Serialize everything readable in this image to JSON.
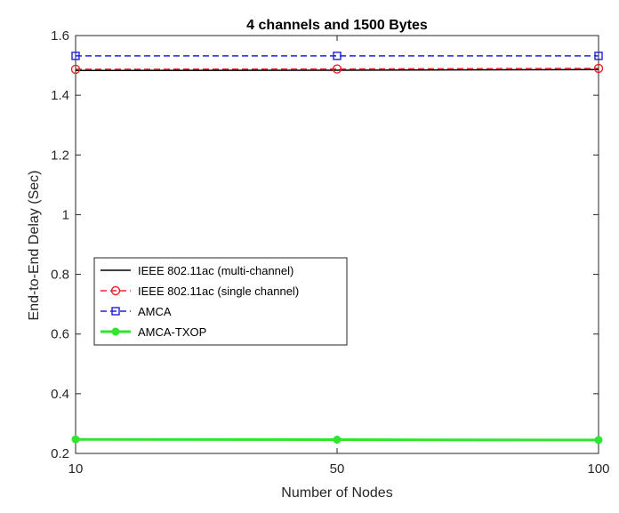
{
  "chart_data": {
    "type": "line",
    "title": "4 channels and 1500 Bytes",
    "xlabel": "Number of Nodes",
    "ylabel": "End-to-End Delay (Sec)",
    "x": [
      10,
      50,
      100
    ],
    "x_tick_labels": [
      "10",
      "50",
      "100"
    ],
    "ylim": [
      0.2,
      1.6
    ],
    "y_ticks": [
      0.2,
      0.4,
      0.6,
      0.8,
      1,
      1.2,
      1.4,
      1.6
    ],
    "y_tick_labels": [
      "0.2",
      "0.4",
      "0.6",
      "0.8",
      "1",
      "1.2",
      "1.4",
      "1.6"
    ],
    "grid": false,
    "legend_position": "center-left",
    "series": [
      {
        "name": "IEEE 802.11ac (multi-channel)",
        "values": [
          1.483,
          1.484,
          1.486
        ],
        "color": "#000000",
        "line": "solid",
        "marker": "none"
      },
      {
        "name": "IEEE 802.11ac (single channel)",
        "values": [
          1.487,
          1.488,
          1.49
        ],
        "color": "#e8262a",
        "line": "dashed",
        "marker": "circle"
      },
      {
        "name": "AMCA",
        "values": [
          1.532,
          1.532,
          1.532
        ],
        "color": "#2020e0",
        "line": "dashed",
        "marker": "square"
      },
      {
        "name": "AMCA-TXOP",
        "values": [
          0.247,
          0.246,
          0.245
        ],
        "color": "#2ee62e",
        "line": "solid",
        "marker": "dot"
      }
    ]
  }
}
